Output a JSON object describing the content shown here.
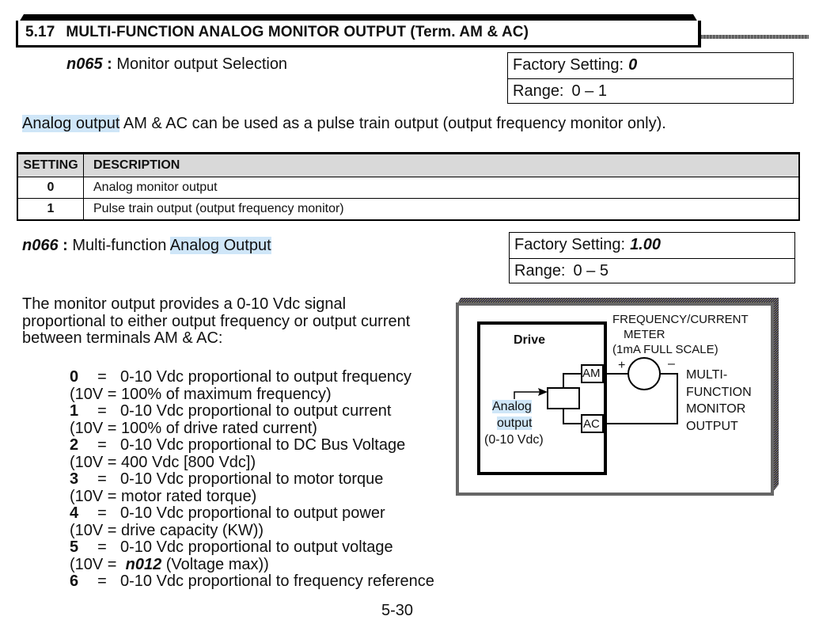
{
  "section": {
    "number": "5.17",
    "title": "MULTI-FUNCTION ANALOG MONITOR OUTPUT (Term. AM & AC)"
  },
  "n065": {
    "code": "n065",
    "separator": " : ",
    "label": "Monitor output Selection",
    "factory_setting_label": "Factory Setting:",
    "factory_setting_value": "0",
    "range_label": "Range:",
    "range_value": "0 – 1"
  },
  "intro": {
    "highlight": "Analog output",
    "rest": " AM & AC can be used as a pulse train output (output frequency monitor only)."
  },
  "settings_table": {
    "headers": [
      "SETTING",
      "DESCRIPTION"
    ],
    "rows": [
      {
        "setting": "0",
        "description": "Analog monitor output"
      },
      {
        "setting": "1",
        "description": "Pulse train output (output frequency monitor)"
      }
    ]
  },
  "n066": {
    "code": "n066",
    "separator": " : ",
    "label_prefix": "Multi-function ",
    "label_highlight": "Analog Output",
    "factory_setting_label": "Factory Setting:",
    "factory_setting_value": "1.00",
    "range_label": "Range:",
    "range_value": "0 – 5"
  },
  "description": {
    "line1": "The monitor output provides a 0-10 Vdc signal",
    "line2": "proportional to either output frequency or output current",
    "line3": "between terminals AM & AC:"
  },
  "options": [
    {
      "key": "0",
      "eq": "=",
      "text": "0-10 Vdc proportional to output frequency",
      "sub": "(10V = 100% of maximum frequency)"
    },
    {
      "key": "1",
      "eq": "=",
      "text": "0-10 Vdc proportional to output current",
      "sub": "(10V = 100% of drive rated current)"
    },
    {
      "key": "2",
      "eq": "=",
      "text": "0-10 Vdc proportional to DC Bus Voltage",
      "sub": "(10V = 400 Vdc [800 Vdc])"
    },
    {
      "key": "3",
      "eq": "=",
      "text": "0-10 Vdc proportional to motor torque",
      "sub": "(10V = motor rated torque)"
    },
    {
      "key": "4",
      "eq": "=",
      "text": "0-10 Vdc proportional to output power",
      "sub": "(10V = drive capacity (KW))"
    },
    {
      "key": "5",
      "eq": "=",
      "text": "0-10 Vdc proportional to output voltage",
      "sub_prefix": "(10V =  ",
      "sub_code": "n012",
      "sub_suffix": " (Voltage max))"
    },
    {
      "key": "6",
      "eq": "=",
      "text": "0-10 Vdc proportional to frequency reference"
    }
  ],
  "diagram": {
    "drive_label": "Drive",
    "terminal_am": "AM",
    "terminal_ac": "AC",
    "analog_label_1": "Analog",
    "analog_label_2": "output",
    "analog_label_3": "(0-10 Vdc)",
    "meter_line1": "FREQUENCY/CURRENT",
    "meter_line2": "METER",
    "meter_line3": "(1mA FULL SCALE)",
    "plus": "+",
    "minus": "–",
    "output_line1": "MULTI-",
    "output_line2": "FUNCTION",
    "output_line3": "MONITOR",
    "output_line4": "OUTPUT"
  },
  "page_number": "5-30"
}
